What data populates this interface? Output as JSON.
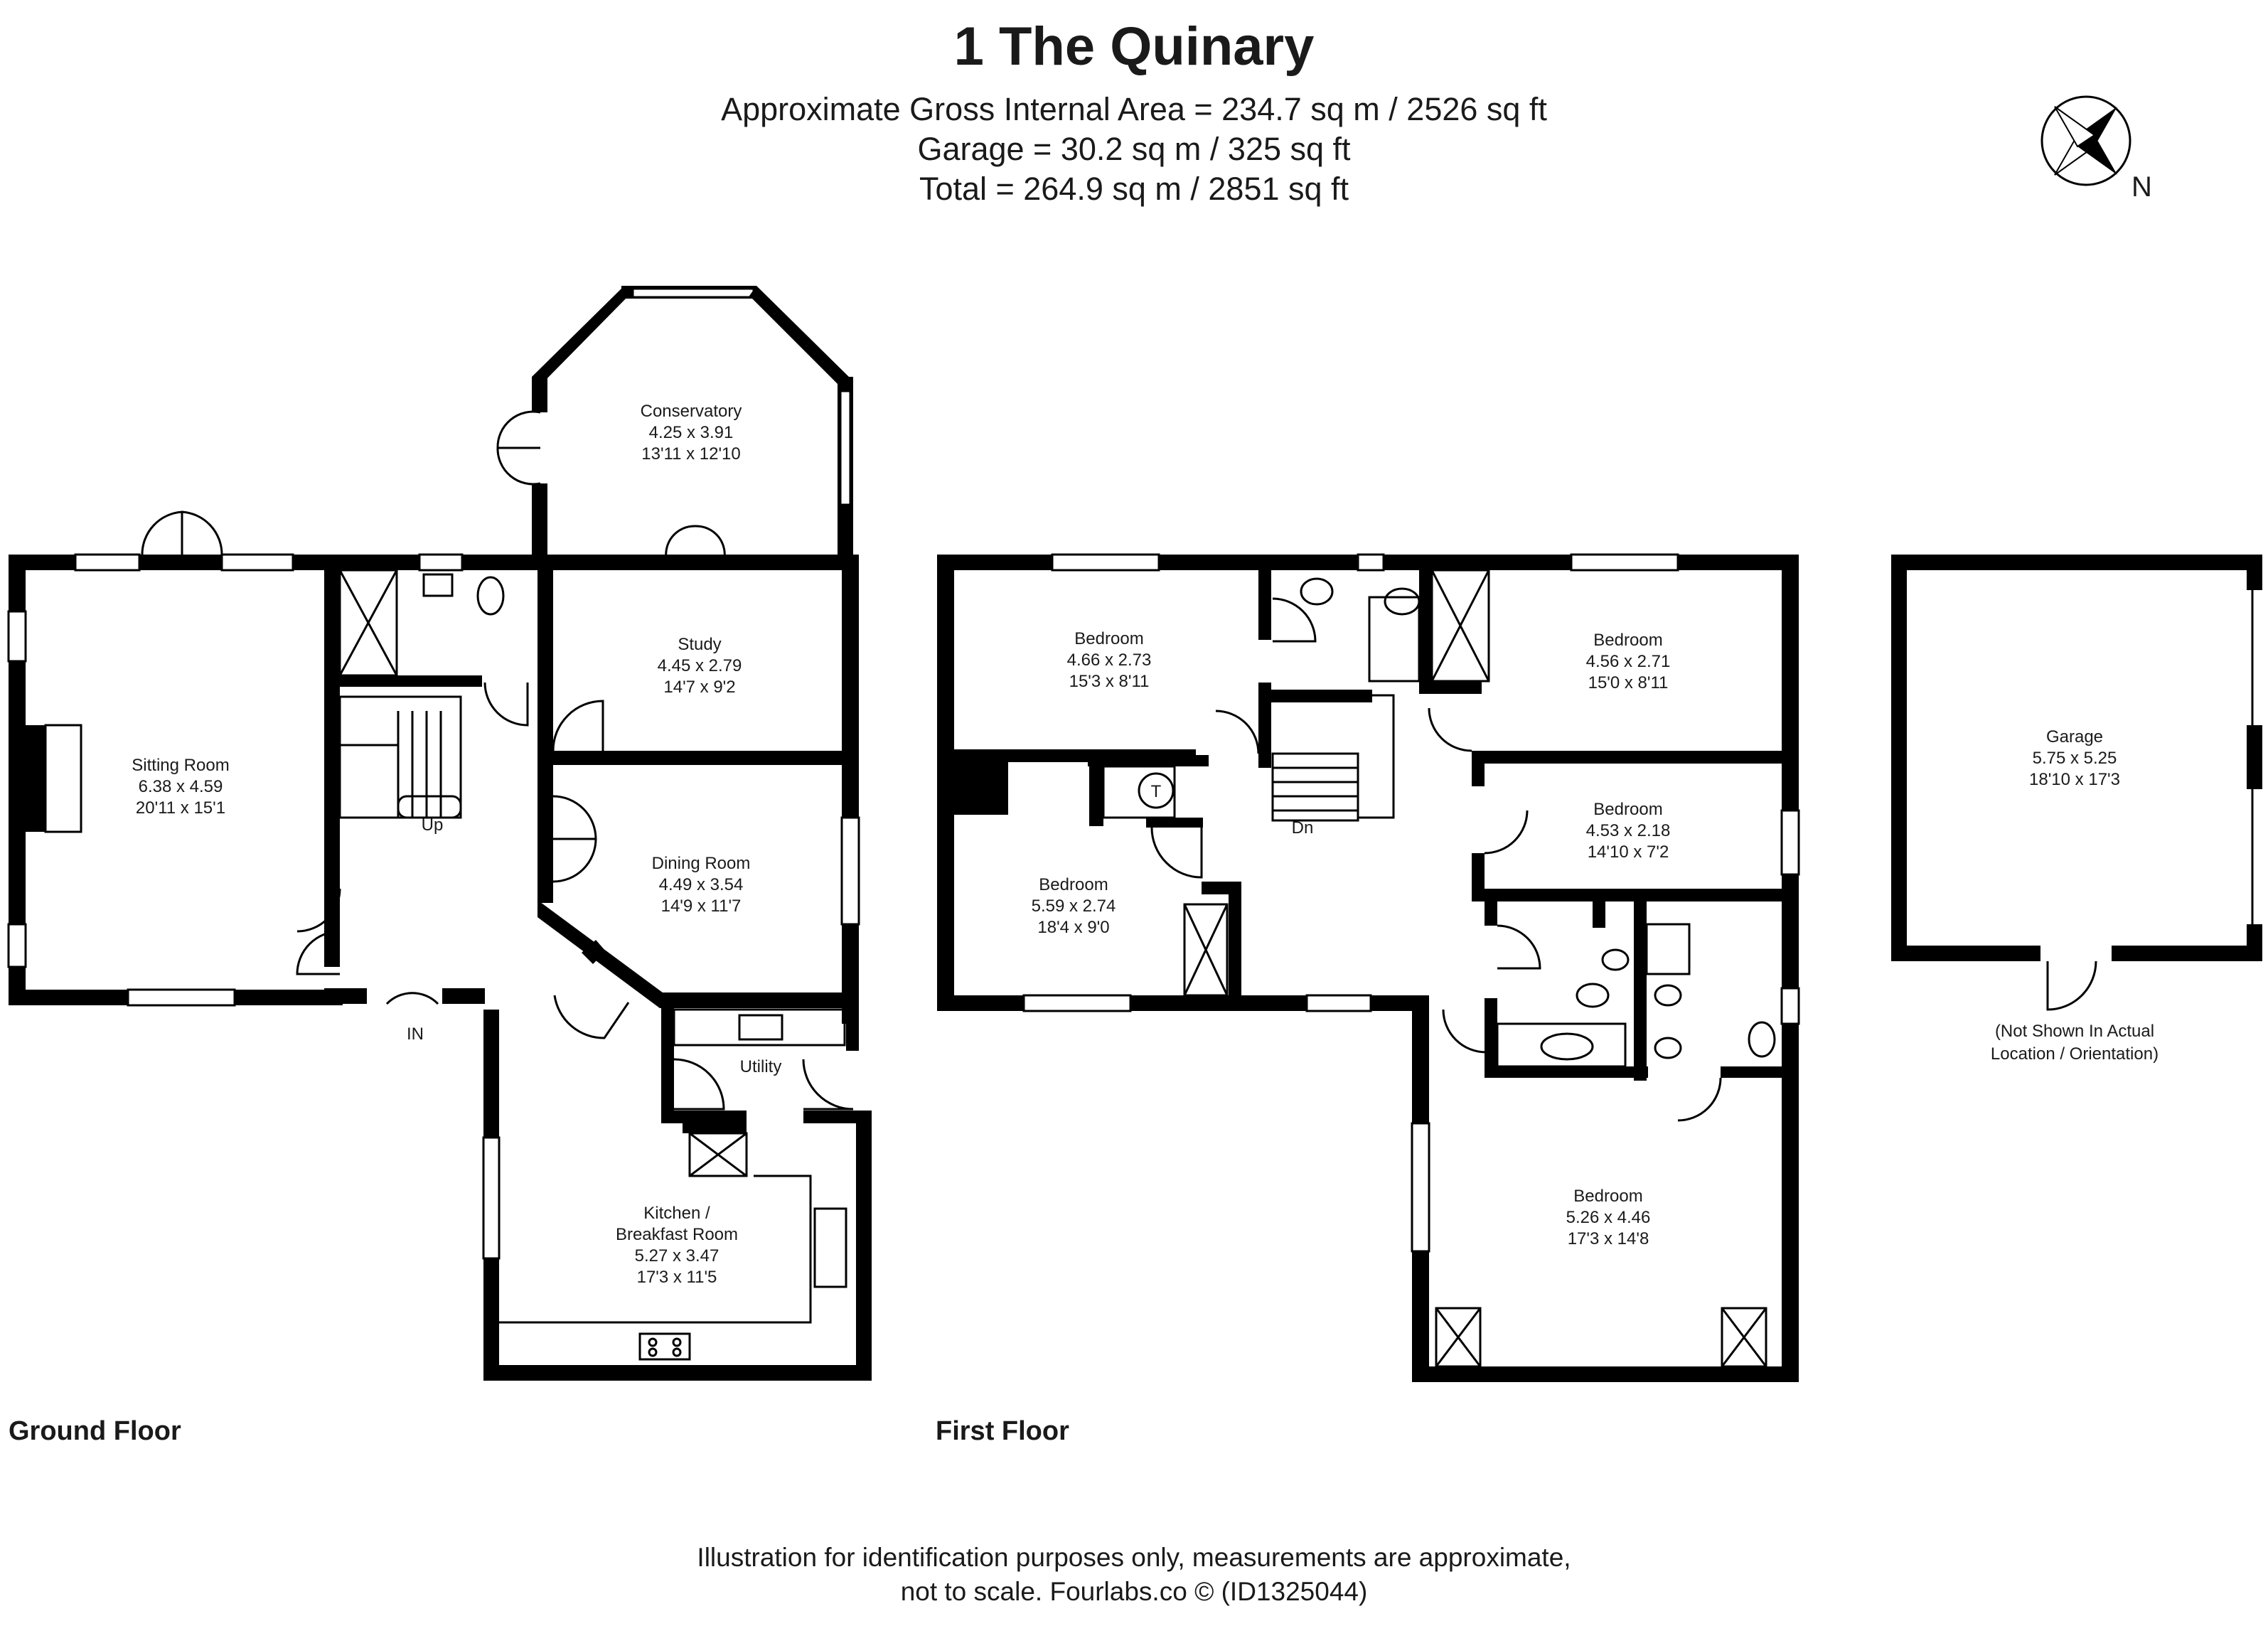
{
  "title": "1 The Quinary",
  "areas": {
    "gross": "Approximate Gross Internal Area = 234.7 sq m / 2526 sq ft",
    "garage": "Garage = 30.2 sq m / 325 sq ft",
    "total": "Total = 264.9 sq m / 2851 sq ft"
  },
  "compass": {
    "label": "N",
    "icon": "compass-rose-icon"
  },
  "floors": {
    "ground": "Ground Floor",
    "first": "First Floor"
  },
  "rooms": {
    "conservatory": {
      "name": "Conservatory",
      "metric": "4.25 x 3.91",
      "imperial": "13'11 x 12'10"
    },
    "sitting": {
      "name": "Sitting Room",
      "metric": "6.38 x 4.59",
      "imperial": "20'11 x 15'1"
    },
    "study": {
      "name": "Study",
      "metric": "4.45 x 2.79",
      "imperial": "14'7 x 9'2"
    },
    "dining": {
      "name": "Dining Room",
      "metric": "4.49 x 3.54",
      "imperial": "14'9 x 11'7"
    },
    "utility": {
      "name": "Utility"
    },
    "kitchen": {
      "name1": "Kitchen /",
      "name2": "Breakfast Room",
      "metric": "5.27 x 3.47",
      "imperial": "17'3 x 11'5"
    },
    "bed1": {
      "name": "Bedroom",
      "metric": "4.66 x 2.73",
      "imperial": "15'3 x 8'11"
    },
    "bed2": {
      "name": "Bedroom",
      "metric": "4.56 x 2.71",
      "imperial": "15'0 x 8'11"
    },
    "bed3": {
      "name": "Bedroom",
      "metric": "4.53 x 2.18",
      "imperial": "14'10 x 7'2"
    },
    "bed4": {
      "name": "Bedroom",
      "metric": "5.59 x 2.74",
      "imperial": "18'4 x 9'0"
    },
    "bed5": {
      "name": "Bedroom",
      "metric": "5.26 x 4.46",
      "imperial": "17'3 x 14'8"
    },
    "garage": {
      "name": "Garage",
      "metric": "5.75 x 5.25",
      "imperial": "18'10 x 17'3"
    }
  },
  "labels": {
    "up": "Up",
    "dn": "Dn",
    "in": "IN",
    "tank": "T",
    "garage_note1": "(Not Shown In Actual",
    "garage_note2": "Location / Orientation)"
  },
  "footer": {
    "line1": "Illustration for identification purposes only, measurements are approximate,",
    "line2": "not to scale. Fourlabs.co © (ID1325044)"
  }
}
